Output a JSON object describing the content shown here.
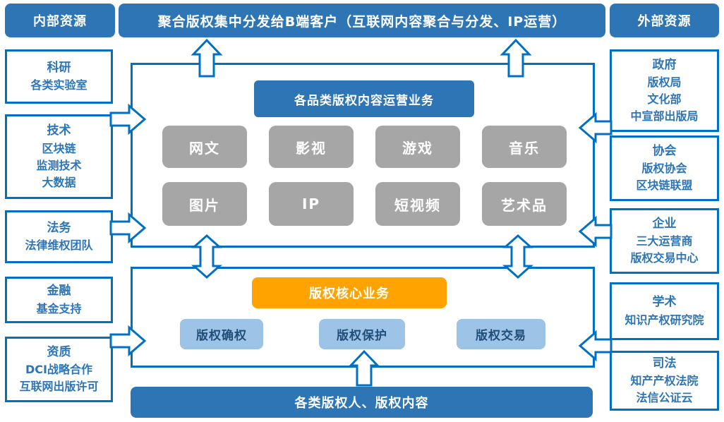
{
  "colors": {
    "bar_blue": "#2E75B6",
    "border_blue": "#0070C0",
    "gray": "#A6A6A6",
    "light_blue": "#9DC3E6",
    "orange": "#FFA300",
    "box_text_blue": "#2E75B6",
    "light_box_text": "#1F4E79"
  },
  "top": {
    "internal_label": "内部资源",
    "center_label": "聚合版权集中分发给B端客户（互联网内容聚合与分发、IP运营）",
    "external_label": "外部资源"
  },
  "left_column": [
    {
      "title": "科研",
      "lines": [
        "各类实验室"
      ]
    },
    {
      "title": "技术",
      "lines": [
        "区块链",
        "监测技术",
        "大数据"
      ]
    },
    {
      "title": "法务",
      "lines": [
        "法律维权团队"
      ]
    },
    {
      "title": "金融",
      "lines": [
        "基金支持"
      ]
    },
    {
      "title": "资质",
      "lines": [
        "DCI战略合作",
        "互联网出版许可"
      ]
    }
  ],
  "right_column": [
    {
      "title": "政府",
      "lines": [
        "版权局",
        "文化部",
        "中宣部出版局"
      ]
    },
    {
      "title": "协会",
      "lines": [
        "版权协会",
        "区块链联盟"
      ]
    },
    {
      "title": "企业",
      "lines": [
        "三大运营商",
        "版权交易中心"
      ]
    },
    {
      "title": "学术",
      "lines": [
        "知识产权研究院"
      ]
    },
    {
      "title": "司法",
      "lines": [
        "知产产权法院",
        "法信公证云"
      ]
    }
  ],
  "content_section": {
    "header": "各品类版权内容运营业务",
    "categories_row1": [
      "网文",
      "影视",
      "游戏",
      "音乐"
    ],
    "categories_row2": [
      "图片",
      "IP",
      "短视频",
      "艺术品"
    ]
  },
  "core_section": {
    "header": "版权核心业务",
    "items": [
      "版权确权",
      "版权保护",
      "版权交易"
    ]
  },
  "bottom_bar": {
    "label": "各类版权人、版权内容"
  }
}
